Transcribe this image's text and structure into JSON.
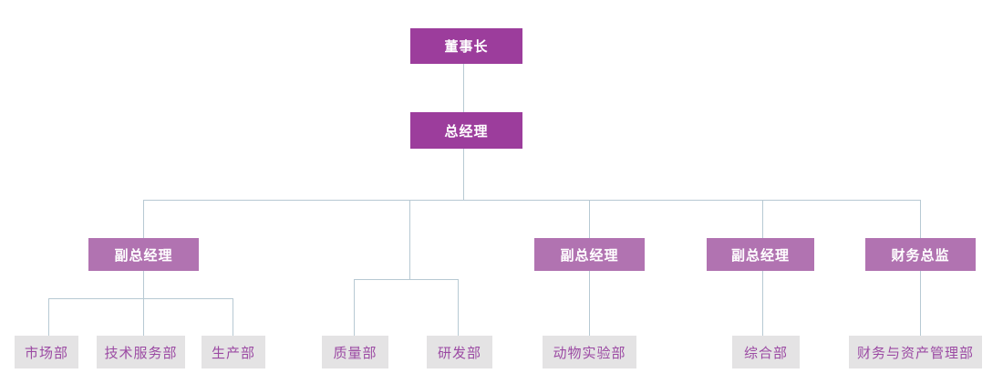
{
  "org_chart": {
    "level1": {
      "label": "董事长"
    },
    "level2": {
      "label": "总经理"
    },
    "level3": [
      {
        "label": "副总经理"
      },
      {
        "label": "副总经理"
      },
      {
        "label": "副总经理"
      },
      {
        "label": "财务总监"
      }
    ],
    "level4": [
      {
        "label": "市场部"
      },
      {
        "label": "技术服务部"
      },
      {
        "label": "生产部"
      },
      {
        "label": "质量部"
      },
      {
        "label": "研发部"
      },
      {
        "label": "动物实验部"
      },
      {
        "label": "综合部"
      },
      {
        "label": "财务与资产管理部"
      }
    ]
  },
  "colors": {
    "executive_box": "#9C3D9C",
    "manager_box": "#B173B1",
    "department_box": "#E4E3E4",
    "department_text": "#9B4AA3",
    "connector_line": "#B7C9D3",
    "background": "#FFFFFF"
  }
}
